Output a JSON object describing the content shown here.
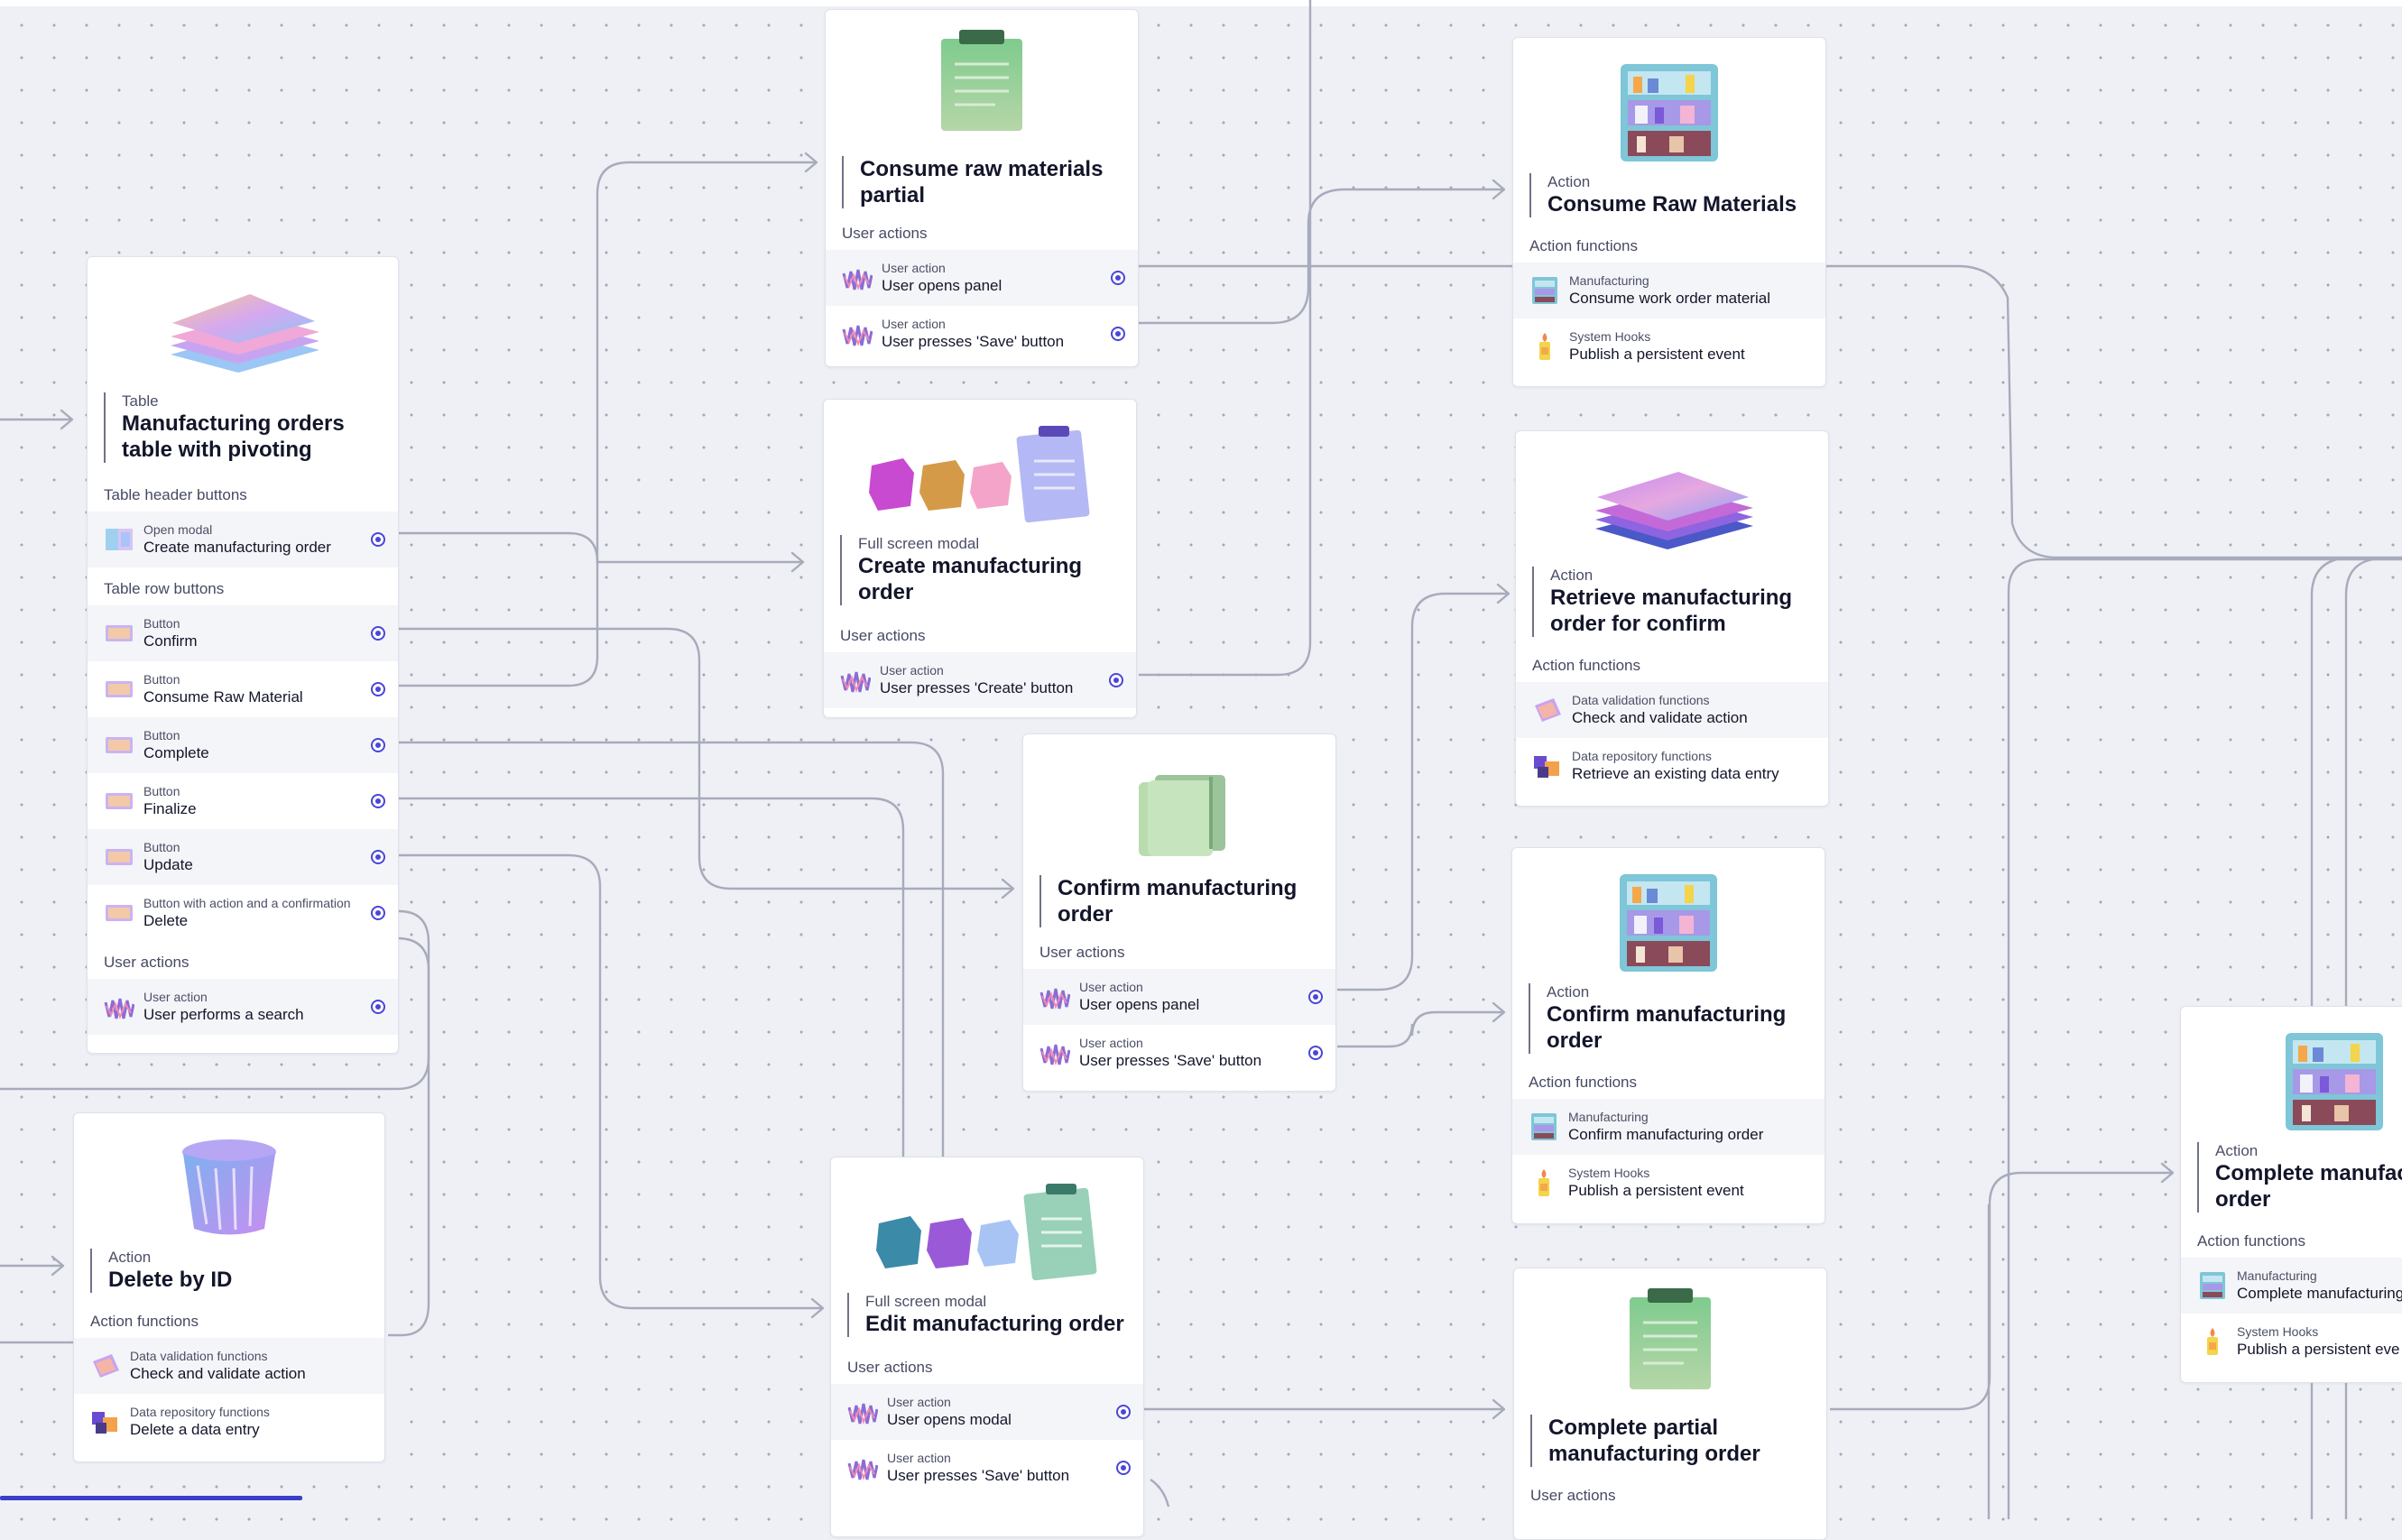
{
  "canvas": {
    "accent_color": "#4a46d8",
    "edge_color": "#a7abbb",
    "background": "#eef0f5"
  },
  "nodes": {
    "mo_table": {
      "kind": "Table",
      "title": "Manufacturing orders table with pivoting",
      "thumb": "layered-sheets",
      "sections": [
        {
          "label": "Table header buttons",
          "rows": [
            {
              "sub": "Open modal",
              "main": "Create manufacturing order",
              "icon": "modal-icon"
            }
          ]
        },
        {
          "label": "Table row buttons",
          "rows": [
            {
              "sub": "Button",
              "main": "Confirm",
              "icon": "button-icon"
            },
            {
              "sub": "Button",
              "main": "Consume Raw Material",
              "icon": "button-icon"
            },
            {
              "sub": "Button",
              "main": "Complete",
              "icon": "button-icon"
            },
            {
              "sub": "Button",
              "main": "Finalize",
              "icon": "button-icon"
            },
            {
              "sub": "Button",
              "main": "Update",
              "icon": "button-icon"
            },
            {
              "sub": "Button with action and a confirmation",
              "main": "Delete",
              "icon": "button-icon"
            }
          ]
        },
        {
          "label": "User actions",
          "rows": [
            {
              "sub": "User action",
              "main": "User performs a search",
              "icon": "user-action-icon"
            }
          ]
        }
      ]
    },
    "delete_by_id": {
      "kind": "Action",
      "title": "Delete by ID",
      "thumb": "trash-bin",
      "sections": [
        {
          "label": "Action functions",
          "rows": [
            {
              "sub": "Data validation functions",
              "main": "Check and validate action",
              "icon": "validation-icon"
            },
            {
              "sub": "Data repository functions",
              "main": "Delete a data entry",
              "icon": "repository-icon"
            }
          ]
        }
      ]
    },
    "consume_partial": {
      "kind": "",
      "title": "Consume raw materials partial",
      "thumb": "clipboard",
      "sections": [
        {
          "label": "User actions",
          "rows": [
            {
              "sub": "User action",
              "main": "User opens panel",
              "icon": "user-action-icon"
            },
            {
              "sub": "User action",
              "main": "User presses 'Save' button",
              "icon": "user-action-icon"
            }
          ]
        }
      ]
    },
    "create_modal": {
      "kind": "Full screen modal",
      "title": "Create manufacturing order",
      "thumb": "cubes-clipboard",
      "sections": [
        {
          "label": "User actions",
          "rows": [
            {
              "sub": "User action",
              "main": "User presses 'Create' button",
              "icon": "user-action-icon"
            }
          ]
        }
      ]
    },
    "confirm_panel": {
      "kind": "",
      "title": "Confirm manufacturing order",
      "thumb": "green-folder",
      "sections": [
        {
          "label": "User actions",
          "rows": [
            {
              "sub": "User action",
              "main": "User opens panel",
              "icon": "user-action-icon"
            },
            {
              "sub": "User action",
              "main": "User presses 'Save' button",
              "icon": "user-action-icon"
            }
          ]
        }
      ]
    },
    "edit_modal": {
      "kind": "Full screen modal",
      "title": "Edit manufacturing order",
      "thumb": "cubes-clipboard",
      "sections": [
        {
          "label": "User actions",
          "rows": [
            {
              "sub": "User action",
              "main": "User opens modal",
              "icon": "user-action-icon"
            },
            {
              "sub": "User action",
              "main": "User presses 'Save' button",
              "icon": "user-action-icon"
            }
          ]
        }
      ]
    },
    "consume_action": {
      "kind": "Action",
      "title": "Consume Raw Materials",
      "thumb": "shelf",
      "sections": [
        {
          "label": "Action functions",
          "rows": [
            {
              "sub": "Manufacturing",
              "main": "Consume work order material",
              "icon": "manufacturing-icon"
            },
            {
              "sub": "System Hooks",
              "main": "Publish a persistent event",
              "icon": "hook-icon"
            }
          ]
        }
      ]
    },
    "retrieve_action": {
      "kind": "Action",
      "title": "Retrieve manufacturing order for confirm",
      "thumb": "layered-sheets",
      "sections": [
        {
          "label": "Action functions",
          "rows": [
            {
              "sub": "Data validation functions",
              "main": "Check and validate action",
              "icon": "validation-icon"
            },
            {
              "sub": "Data repository functions",
              "main": "Retrieve an existing data entry",
              "icon": "repository-icon"
            }
          ]
        }
      ]
    },
    "confirm_action": {
      "kind": "Action",
      "title": "Confirm manufacturing order",
      "thumb": "shelf",
      "sections": [
        {
          "label": "Action functions",
          "rows": [
            {
              "sub": "Manufacturing",
              "main": "Confirm manufacturing order",
              "icon": "manufacturing-icon"
            },
            {
              "sub": "System Hooks",
              "main": "Publish a persistent event",
              "icon": "hook-icon"
            }
          ]
        }
      ]
    },
    "complete_partial": {
      "kind": "",
      "title": "Complete partial manufacturing order",
      "thumb": "clipboard",
      "sections": [
        {
          "label": "User actions",
          "rows": []
        }
      ]
    },
    "complete_action": {
      "kind": "Action",
      "title": "Complete manufac order",
      "thumb": "shelf",
      "sections": [
        {
          "label": "Action functions",
          "rows": [
            {
              "sub": "Manufacturing",
              "main": "Complete manufacturing",
              "icon": "manufacturing-icon"
            },
            {
              "sub": "System Hooks",
              "main": "Publish a persistent eve",
              "icon": "hook-icon"
            }
          ]
        }
      ]
    }
  }
}
